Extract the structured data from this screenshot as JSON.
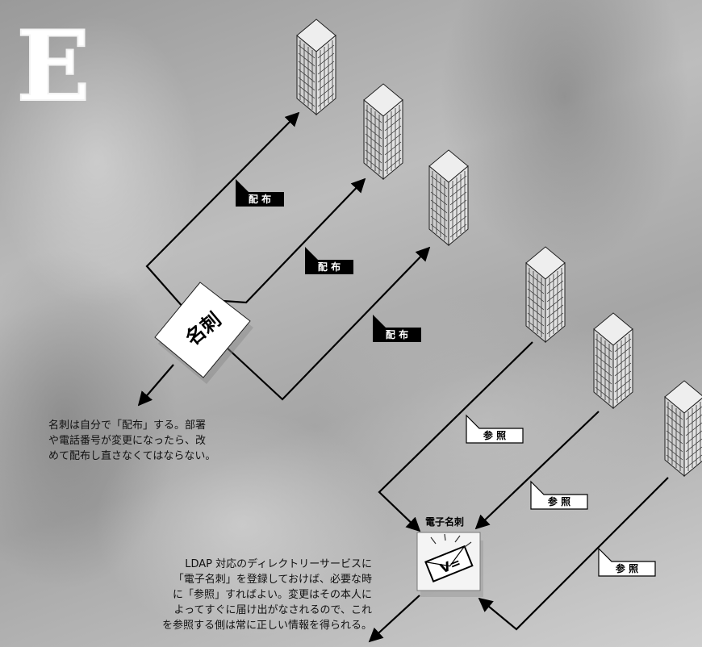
{
  "logo": {
    "letter": "E"
  },
  "card": {
    "label": "名刺"
  },
  "distribute_tags": [
    {
      "label": "配 布"
    },
    {
      "label": "配 布"
    },
    {
      "label": "配 布"
    }
  ],
  "reference_tags": [
    {
      "label": "参 照"
    },
    {
      "label": "参 照"
    },
    {
      "label": "参 照"
    }
  ],
  "ecard": {
    "title": "電子名刺",
    "glyph": "V="
  },
  "caption_card": {
    "lines": [
      "名刺は自分で「配布」する。部署",
      "や電話番号が変更になったら、改",
      "めて配布し直さなくてはならない。"
    ]
  },
  "caption_ecard": {
    "lines": [
      "LDAP 対応のディレクトリーサービスに",
      "「電子名刺」を登録しておけば、必要な時",
      "に「参照」すればよい。変更はその本人に",
      "よってすぐに届け出がなされるので、これ",
      "を参照する側は常に正しい情報を得られる。"
    ]
  },
  "colors": {
    "ink": "#000000",
    "paper": "#ffffff",
    "building": "#d8d8d8",
    "background": "#b0b0b0"
  }
}
